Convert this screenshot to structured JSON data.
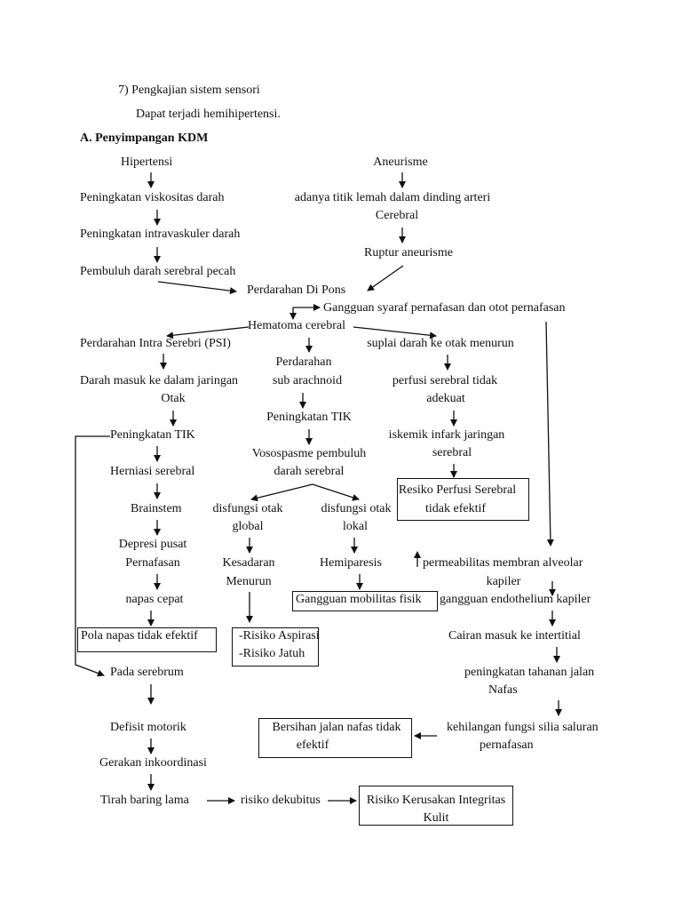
{
  "header": {
    "section_7": "7)  Pengkajian sistem sensori",
    "section_7_text": "Dapat terjadi hemihipertensi.",
    "title": "A.  Penyimpangan KDM"
  },
  "left_chain": {
    "hipertensi": "Hipertensi",
    "viskositas": "Peningkatan viskositas darah",
    "intravaskuler": "Peningkatan intravaskuler darah",
    "pecah": "Pembuluh darah serebral pecah"
  },
  "right_chain": {
    "aneurisme": "Aneurisme",
    "titik_lemah": "adanya titik lemah dalam dinding arteri",
    "cerebral": "Cerebral",
    "ruptur": "Ruptur aneurisme"
  },
  "center": {
    "pons": "Perdarahan Di Pons",
    "gangguan_syaraf": "Gangguan syaraf pernafasan dan otot pernafasan",
    "hematoma": "Hematoma cerebral"
  },
  "psi_branch": {
    "psi": "Perdarahan Intra Serebri (PSI)",
    "darah_masuk": "Darah masuk ke dalam jaringan",
    "otak": "Otak",
    "tik": "Peningkatan TIK",
    "herniasi": "Herniasi serebral",
    "brainstem": "Brainstem",
    "depresi": "Depresi pusat",
    "pernafasan": "Pernafasan",
    "napas_cepat": "napas cepat",
    "pola_napas": "Pola napas tidak efektif",
    "serebrum": "Pada serebrum",
    "defisit": "Defisit motorik",
    "inkoordinasi": "Gerakan inkoordinasi",
    "tirah": "Tirah baring lama",
    "dekubitus": "risiko dekubitus",
    "integritas_1": "Risiko Kerusakan Integritas",
    "integritas_2": "Kulit"
  },
  "sub_branch": {
    "perdarahan": "Perdarahan",
    "sub_arachnoid": "sub arachnoid",
    "tik": "Peningkatan TIK",
    "vasospasme": "Vosospasme pembuluh",
    "darah_serebral": "darah serebral",
    "global_1": "disfungsi otak",
    "global_2": "global",
    "lokal_1": "disfungsi otak",
    "lokal_2": "lokal",
    "kesadaran": "Kesadaran",
    "menurun": "Menurun",
    "hemiparesis": "Hemiparesis",
    "aspirasi": "-Risiko Aspirasi",
    "jatuh": "-Risiko Jatuh",
    "mobilitas": "Gangguan mobilitas fisik"
  },
  "suplai_branch": {
    "suplai": "suplai darah ke otak menurun",
    "perfusi_1": "perfusi serebral tidak",
    "perfusi_2": "adekuat",
    "iskemik_1": "iskemik infark jaringan",
    "iskemik_2": "serebral",
    "resiko_1": "Resiko Perfusi Serebral",
    "resiko_2": "tidak efektif"
  },
  "resp_branch": {
    "permeabilitas": "permeabilitas membran alveolar",
    "kapiler": "kapiler",
    "endothelium": "gangguan endothelium kapiler",
    "cairan": "Cairan masuk ke intertitial",
    "tahanan_1": "peningkatan tahanan jalan",
    "tahanan_2": "Nafas",
    "silia_1": "kehilangan fungsi silia saluran",
    "silia_2": "pernafasan",
    "bersihan_1": "Bersihan jalan nafas tidak",
    "bersihan_2": "efektif"
  }
}
